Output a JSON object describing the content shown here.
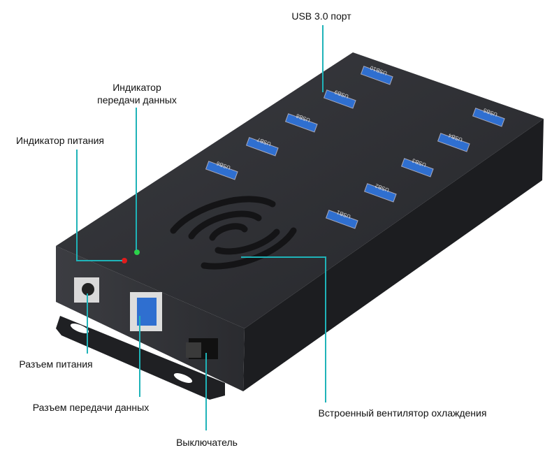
{
  "callouts": {
    "usb_port": "USB 3.0 порт",
    "data_indicator_line1": "Индикатор",
    "data_indicator_line2": "передачи данных",
    "power_indicator": "Индикатор питания",
    "power_connector": "Разъем питания",
    "data_connector": "Разъем передачи данных",
    "switch": "Выключатель",
    "fan": "Встроенный вентилятор охлаждения"
  },
  "ports": [
    "USB1",
    "USB2",
    "USB3",
    "USB4",
    "USB5",
    "USB6",
    "USB7",
    "USB8",
    "USB9",
    "USB10"
  ],
  "colors": {
    "leader": "#1fb3b8",
    "body": "#2e2f33",
    "port": "#2f6fd0",
    "power_led": "#e01b1b",
    "data_led": "#2bd24a"
  }
}
